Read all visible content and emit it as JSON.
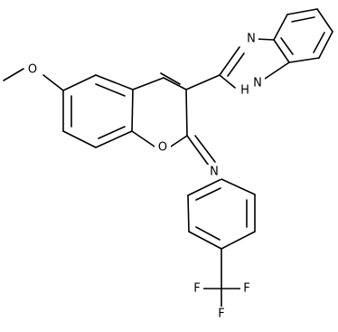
{
  "structure": {
    "atoms": {
      "benzimidazole_n_top": "N",
      "benzimidazole_nh": "H",
      "benzimidazole_nh_n": "N",
      "methoxy_o": "O",
      "chromene_o": "O",
      "imine_n": "N",
      "cf3_f_left": "F",
      "cf3_f_right": "F",
      "cf3_f_bottom": "F"
    }
  }
}
